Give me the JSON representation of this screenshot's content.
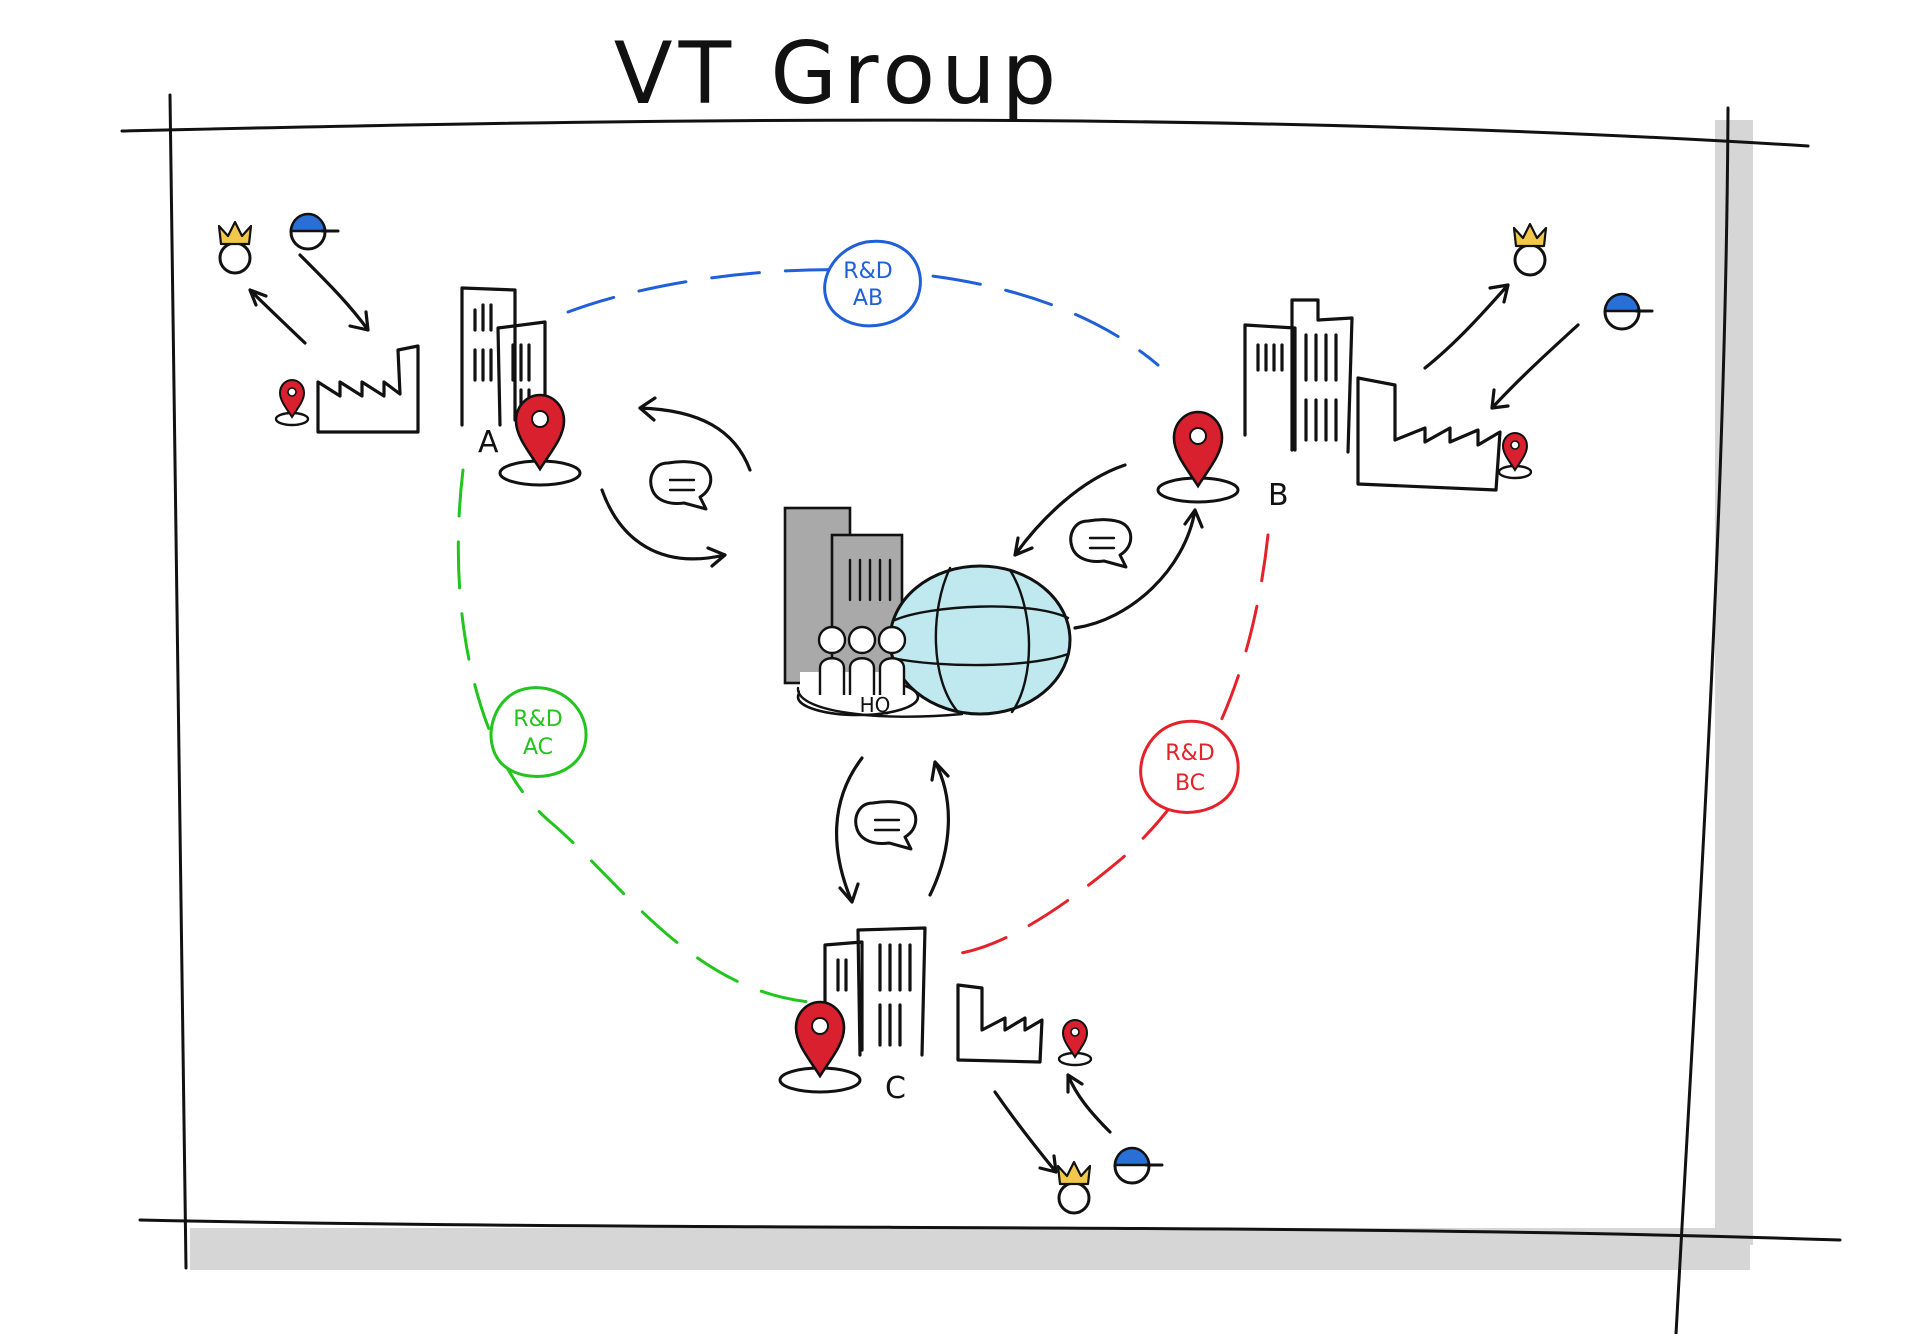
{
  "title": "VT Group",
  "sites": {
    "a": {
      "label": "A"
    },
    "b": {
      "label": "B"
    },
    "c": {
      "label": "C"
    },
    "hq": {
      "label": "HQ"
    }
  },
  "rnd_links": [
    {
      "id": "ab",
      "line1": "R&D",
      "line2": "AB",
      "color": "#1f5fd8"
    },
    {
      "id": "ac",
      "line1": "R&D",
      "line2": "AC",
      "color": "#22c41e"
    },
    {
      "id": "bc",
      "line1": "R&D",
      "line2": "BC",
      "color": "#e3222a"
    }
  ],
  "colors": {
    "pin": "#d9202f",
    "worker_cap": "#2a6fd6",
    "crown": "#f2c84b",
    "globe": "#bfe8ef",
    "building_shade": "#a9a9a9",
    "frame_shadow": "#d9d9d9"
  },
  "icons": [
    "building-icon",
    "factory-icon",
    "location-pin-icon",
    "crown-person-icon",
    "worker-icon",
    "speech-bubble-icon",
    "globe-icon",
    "people-icon"
  ]
}
